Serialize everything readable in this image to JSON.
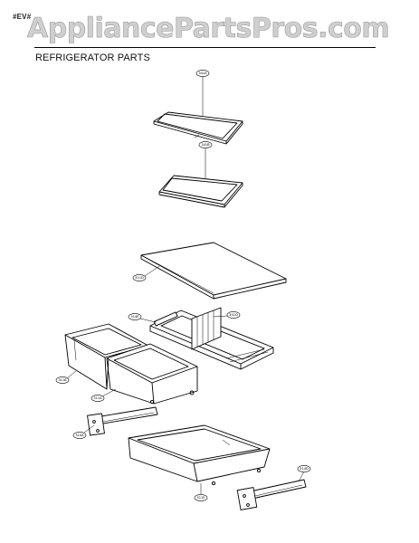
{
  "header": {
    "code": "#EV#",
    "watermark": "AppliancePartsPros.com",
    "title": "REFRIGERATOR PARTS"
  },
  "callouts": [
    {
      "id": "shelf-upper",
      "label": "341A"
    },
    {
      "id": "shelf-lower",
      "label": "341B"
    },
    {
      "id": "crisper-cover",
      "label": "311D"
    },
    {
      "id": "cover-frame",
      "label": "314E"
    },
    {
      "id": "cover-frame-right",
      "label": "341D"
    },
    {
      "id": "crisper-left",
      "label": "311B"
    },
    {
      "id": "crisper-right",
      "label": "311A"
    },
    {
      "id": "slide-rail-left",
      "label": "314A"
    },
    {
      "id": "drawer-tray",
      "label": "311E"
    },
    {
      "id": "slide-rail-right",
      "label": "314D"
    }
  ]
}
